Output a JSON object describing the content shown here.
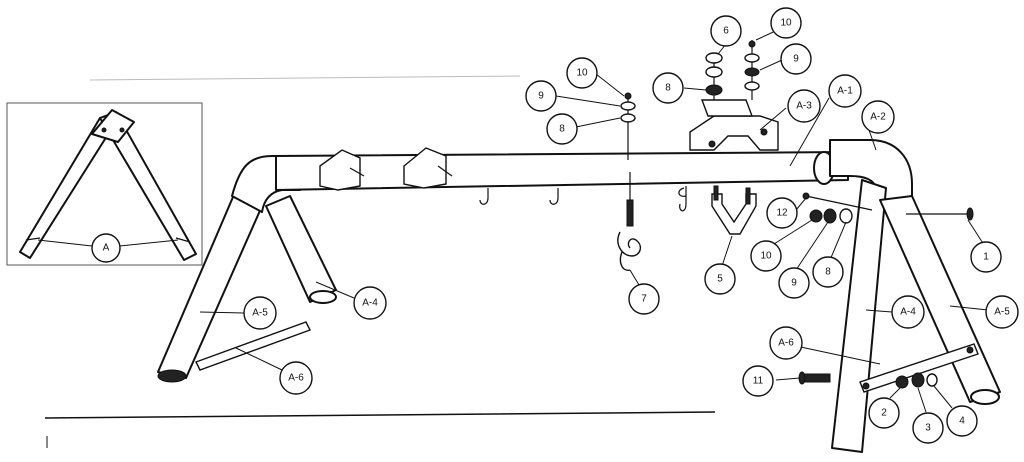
{
  "inset": {
    "callouts": [
      {
        "label": "A"
      }
    ]
  },
  "callouts": [
    {
      "label": "A-1"
    },
    {
      "label": "A-2"
    },
    {
      "label": "A-3"
    },
    {
      "label": "A-4"
    },
    {
      "label": "A-5"
    },
    {
      "label": "A-6"
    },
    {
      "label": "A-5"
    },
    {
      "label": "A-6"
    },
    {
      "label": "A-4"
    },
    {
      "label": "6"
    },
    {
      "label": "10"
    },
    {
      "label": "9"
    },
    {
      "label": "8"
    },
    {
      "label": "10"
    },
    {
      "label": "9"
    },
    {
      "label": "8"
    },
    {
      "label": "7"
    },
    {
      "label": "5"
    },
    {
      "label": "12"
    },
    {
      "label": "10"
    },
    {
      "label": "9"
    },
    {
      "label": "8"
    },
    {
      "label": "1"
    },
    {
      "label": "11"
    },
    {
      "label": "2"
    },
    {
      "label": "3"
    },
    {
      "label": "4"
    }
  ]
}
